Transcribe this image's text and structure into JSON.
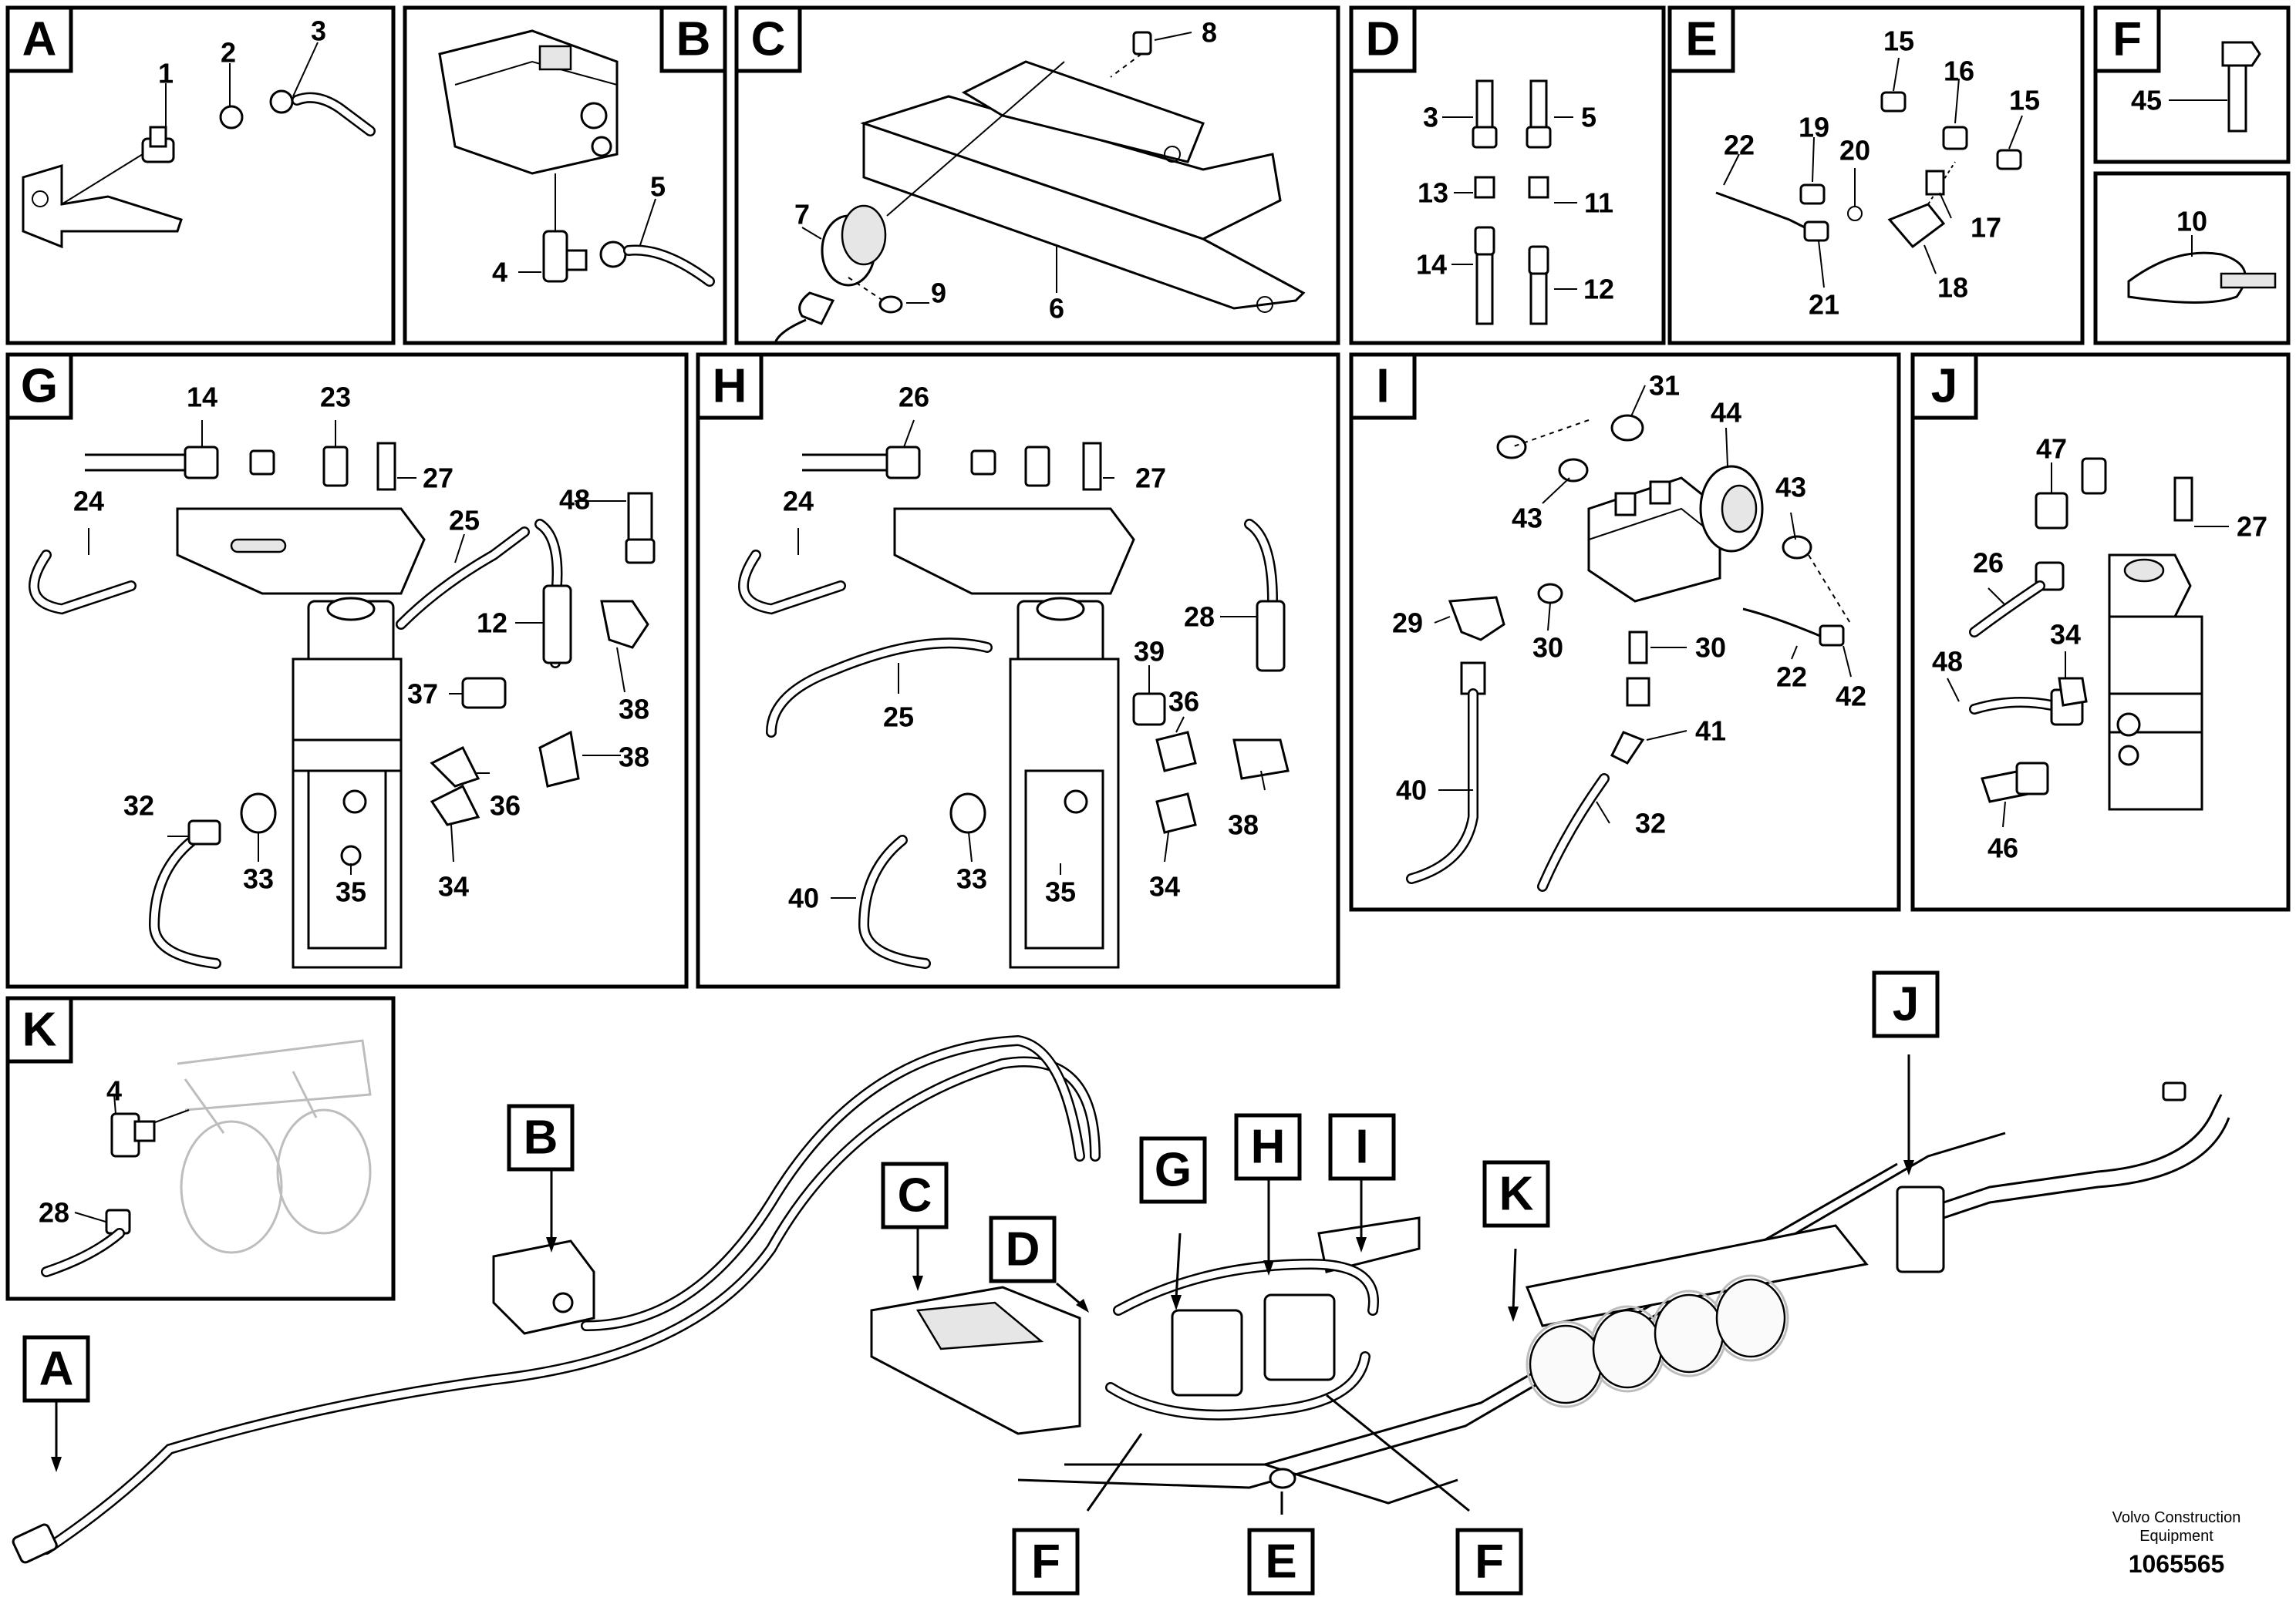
{
  "panels": {
    "A": {
      "letter": "A",
      "parts": [
        "1",
        "2",
        "3"
      ]
    },
    "B": {
      "letter": "B",
      "parts": [
        "4",
        "5"
      ]
    },
    "C": {
      "letter": "C",
      "parts": [
        "8",
        "7",
        "9",
        "6"
      ]
    },
    "D": {
      "letter": "D",
      "parts": [
        "3",
        "5",
        "13",
        "11",
        "14",
        "12"
      ]
    },
    "E": {
      "letter": "E",
      "parts": [
        "15",
        "16",
        "15",
        "22",
        "19",
        "20",
        "17",
        "21",
        "18"
      ]
    },
    "F1": {
      "letter": "F",
      "parts": [
        "45"
      ]
    },
    "F2": {
      "parts": [
        "10"
      ]
    },
    "G": {
      "letter": "G",
      "parts": [
        "14",
        "23",
        "27",
        "24",
        "25",
        "48",
        "12",
        "37",
        "38",
        "38",
        "36",
        "32",
        "33",
        "35",
        "34"
      ]
    },
    "H": {
      "letter": "H",
      "parts": [
        "26",
        "27",
        "24",
        "28",
        "39",
        "36",
        "25",
        "38",
        "40",
        "33",
        "35",
        "34"
      ]
    },
    "I": {
      "letter": "I",
      "parts": [
        "31",
        "44",
        "43",
        "43",
        "29",
        "30",
        "30",
        "22",
        "42",
        "41",
        "40",
        "32"
      ]
    },
    "J": {
      "letter": "J",
      "parts": [
        "47",
        "27",
        "26",
        "34",
        "48",
        "46"
      ]
    },
    "K": {
      "letter": "K",
      "parts": [
        "4",
        "28"
      ]
    }
  },
  "overview_callouts": [
    "A",
    "B",
    "C",
    "D",
    "G",
    "H",
    "I",
    "K",
    "J",
    "F",
    "E",
    "F"
  ],
  "credit": {
    "line1": "Volvo Construction",
    "line2": "Equipment",
    "number": "1065565"
  }
}
